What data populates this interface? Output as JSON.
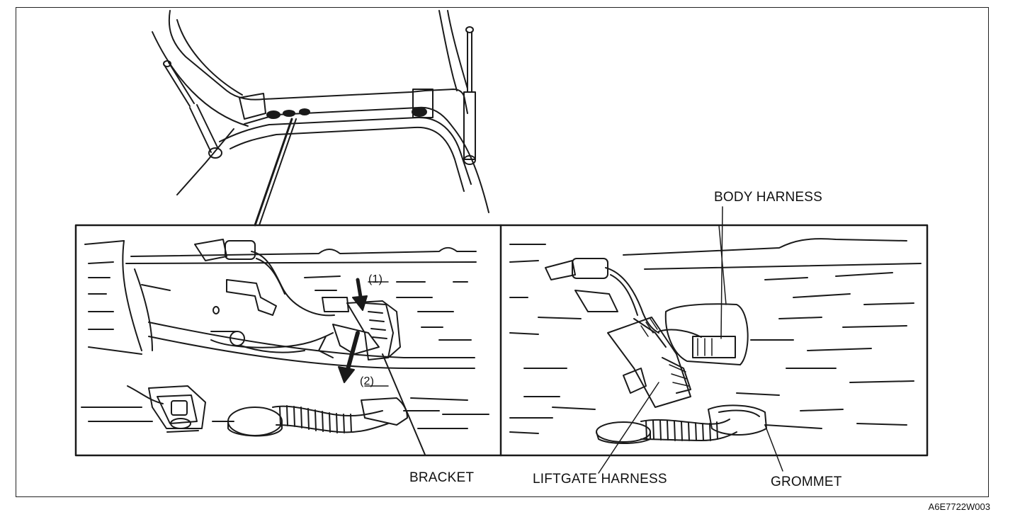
{
  "labels": {
    "step1": "(1)",
    "step2": "(2)",
    "bracket": "BRACKET",
    "liftgate_harness": "LIFTGATE HARNESS",
    "body_harness": "BODY HARNESS",
    "grommet": "GROMMET"
  },
  "figure_code": "A6E7722W003",
  "colors": {
    "line": "#1a1a1a",
    "background": "#ffffff"
  }
}
